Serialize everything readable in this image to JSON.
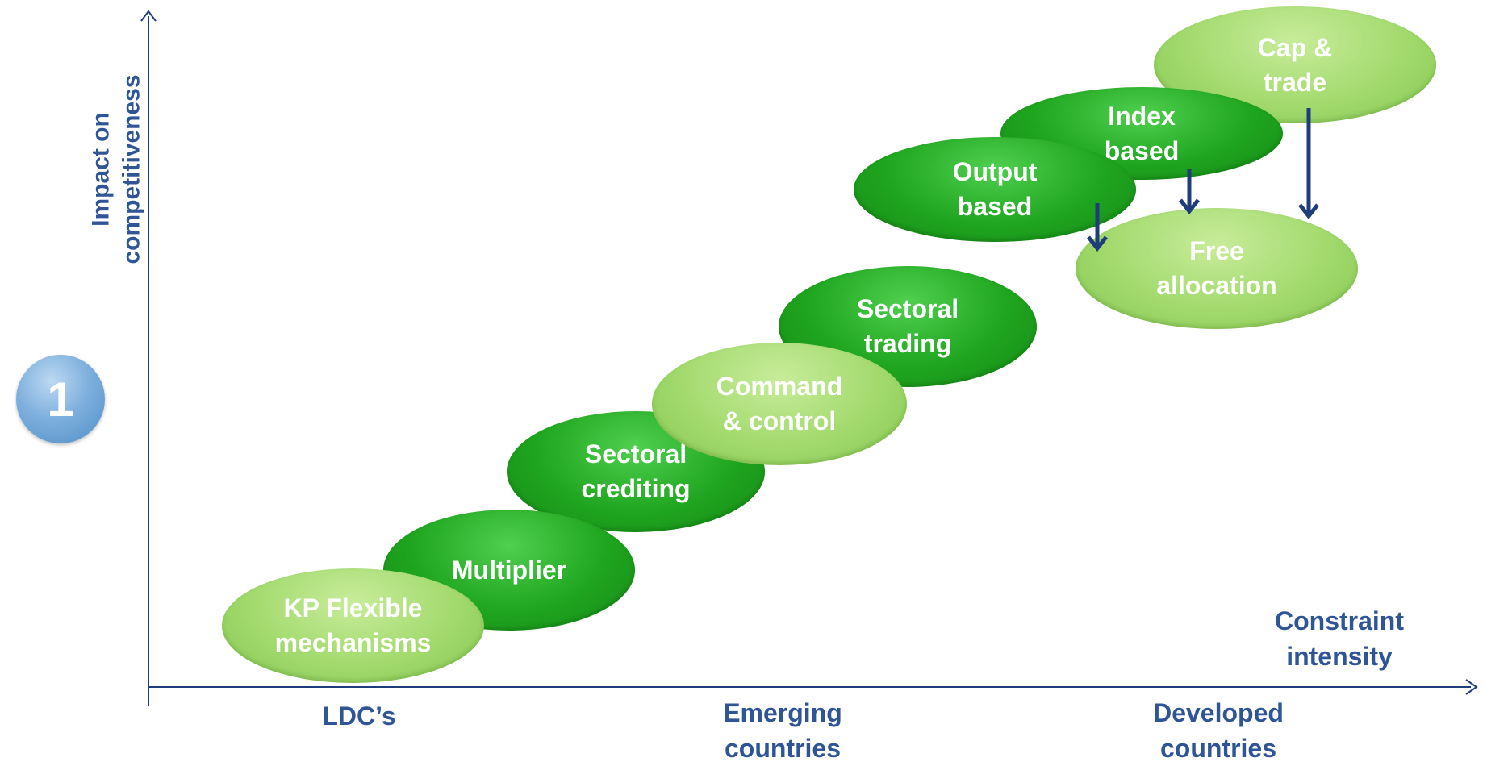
{
  "y_axis": {
    "title": "Impact on\ncompetitiveness"
  },
  "badge": {
    "number": "1"
  },
  "x_axis": {
    "title": "Constraint\nintensity",
    "categories": [
      "LDC’s",
      "Emerging\ncountries",
      "Developed\ncountries"
    ]
  },
  "mechanisms": [
    {
      "label": "KP Flexible\nmechanisms",
      "style": "light"
    },
    {
      "label": "Multiplier",
      "style": "dark"
    },
    {
      "label": "Sectoral\ncrediting",
      "style": "dark"
    },
    {
      "label": "Command\n& control",
      "style": "light"
    },
    {
      "label": "Sectoral\ntrading",
      "style": "dark"
    },
    {
      "label": "Output\nbased",
      "style": "dark"
    },
    {
      "label": "Index\nbased",
      "style": "dark"
    },
    {
      "label": "Cap &\ntrade",
      "style": "light"
    },
    {
      "label": "Free\nallocation",
      "style": "light"
    }
  ],
  "colors": {
    "axis": "#1f3d7a",
    "text_blue": "#2f5597",
    "dark_green": "#1fa51f",
    "light_green": "#9fd86a",
    "arrow": "#1f3d7a"
  }
}
